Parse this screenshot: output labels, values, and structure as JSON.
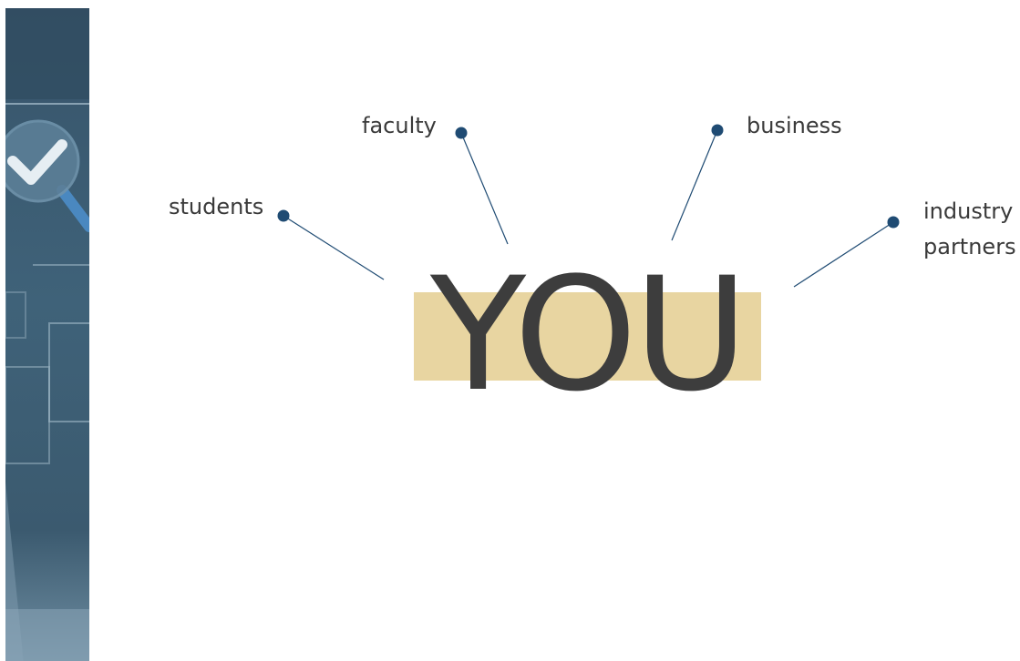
{
  "center": {
    "text": "YOU",
    "highlight_color": "#e8d5a1",
    "text_color": "#3d3d3d"
  },
  "stakeholders": [
    {
      "id": "students",
      "label": "students"
    },
    {
      "id": "faculty",
      "label": "faculty"
    },
    {
      "id": "business",
      "label": "business"
    },
    {
      "id": "industry-partners",
      "label": "industry\npartners"
    }
  ],
  "colors": {
    "connector_dot": "#1f4b73",
    "connector_line": "#1f4b73",
    "side_panel": "#3d5f74"
  },
  "side_panel": {
    "icon": "magnifier-check-icon"
  }
}
